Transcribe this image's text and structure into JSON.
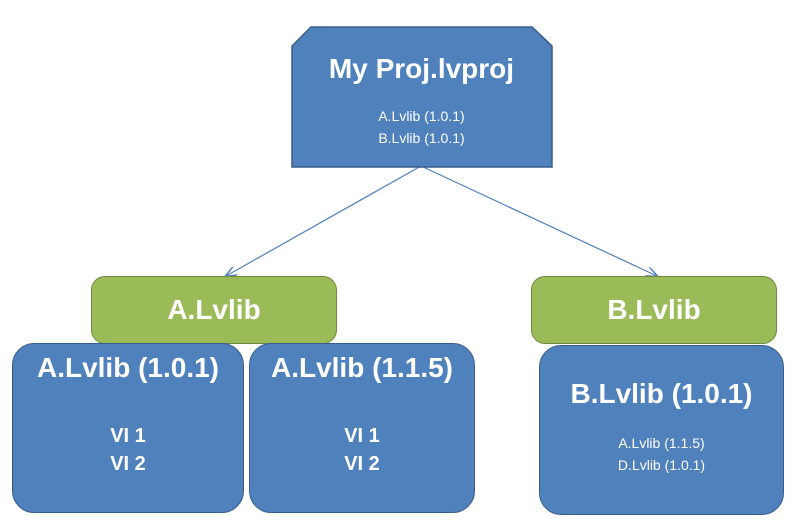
{
  "root": {
    "title": "My Proj.lvproj",
    "deps": [
      "A.Lvlib (1.0.1)",
      "B.Lvlib (1.0.1)"
    ]
  },
  "a_lib": {
    "label": "A.Lvlib"
  },
  "b_lib": {
    "label": "B.Lvlib"
  },
  "a_v101": {
    "title": "A.Lvlib (1.0.1)",
    "items": [
      "VI 1",
      "VI 2"
    ]
  },
  "a_v115": {
    "title": "A.Lvlib (1.1.5)",
    "items": [
      "VI 1",
      "VI 2"
    ]
  },
  "b_v101": {
    "title": "B.Lvlib (1.0.1)",
    "deps": [
      "A.Lvlib (1.1.5)",
      "D.Lvlib (1.0.1)"
    ]
  },
  "colors": {
    "blue_fill": "#4f81bd",
    "blue_border": "#385d8a",
    "green_fill": "#9bbb59",
    "connector": "#4f81bd"
  }
}
